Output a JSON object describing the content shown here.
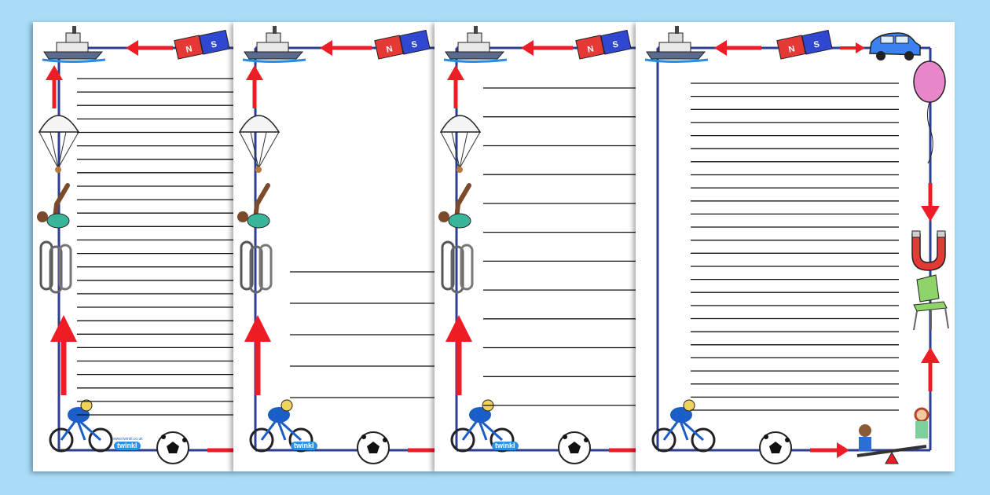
{
  "pages": [
    {
      "id": "p1",
      "lines": 26
    },
    {
      "id": "p2",
      "lines": 5
    },
    {
      "id": "p3",
      "lines": 12
    },
    {
      "id": "p4",
      "lines": 26
    }
  ],
  "magnet": {
    "north": "N",
    "south": "S"
  },
  "footer": {
    "brand": "twinkl",
    "url": "www.twinkl.co.uk"
  },
  "colors": {
    "border": "#2e3d94",
    "arrow": "#ee1c24",
    "background": "#a9dcf7"
  },
  "icons": [
    "ship-icon",
    "bar-magnet-icon",
    "parachute-icon",
    "diver-icon",
    "paperclip-icon",
    "cyclist-icon",
    "football-icon",
    "car-icon",
    "balloon-icon",
    "horseshoe-magnet-icon",
    "chair-icon",
    "seesaw-icon"
  ]
}
